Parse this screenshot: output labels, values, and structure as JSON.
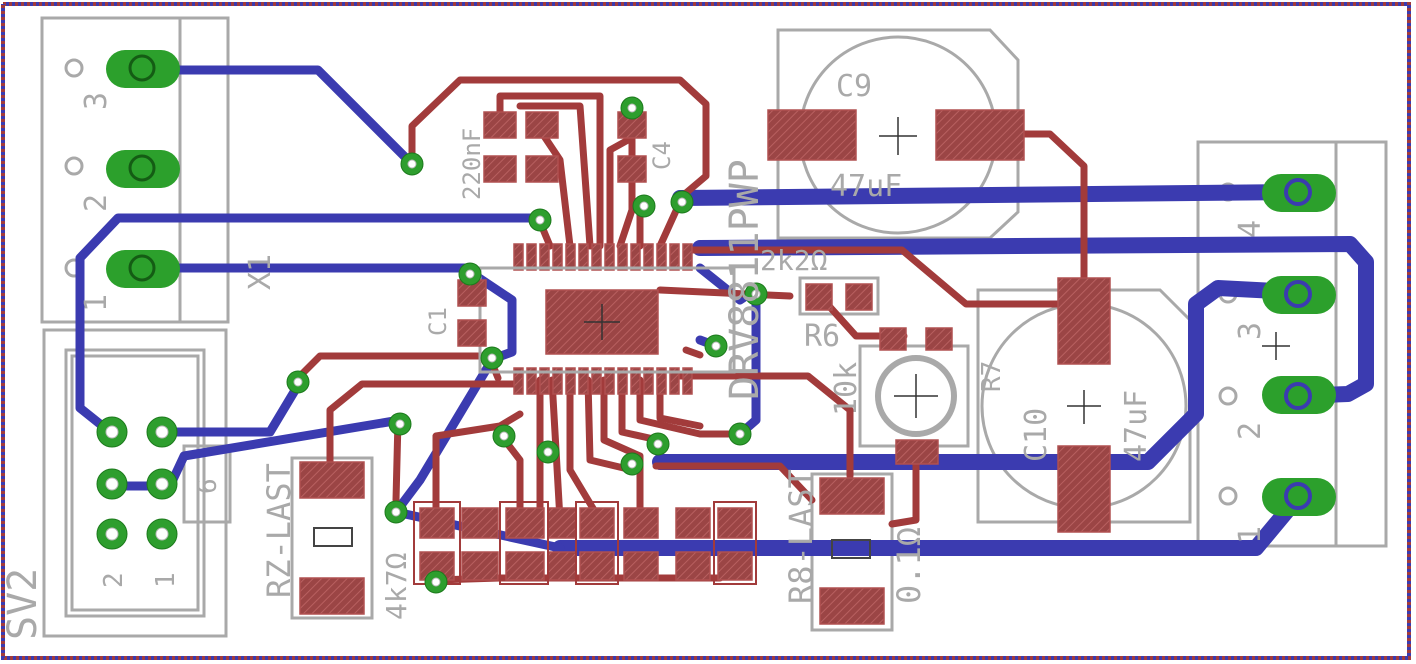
{
  "board": {
    "border_color": "#5a2a6a",
    "copper_top_color": "#a23b3b",
    "copper_bottom_color": "#3b3bb0",
    "via_color": "#2e9e2e",
    "silk_color": "#a9a9a9"
  },
  "labels": {
    "ic_name": "DRV8811PWP",
    "c9_name": "C9",
    "c9_value": "47uF",
    "c10_name": "C10",
    "c10_value": "47uF",
    "r6_value": "2k2Ω",
    "r6_name": "R6",
    "r7_name": "R7",
    "r7_value": "10k",
    "c1_name": "C1",
    "c4_name": "C4",
    "c220_value": "220nF",
    "x1_name": "X1",
    "x1_pin3": "3",
    "x1_pin2": "2",
    "x1_pin1": "1",
    "right_pin4": "4",
    "right_pin3": "3",
    "right_pin2": "2",
    "right_pin1": "1",
    "sv2_name": "SV2",
    "sv2_pin2": "2",
    "sv2_pin1": "1",
    "sv2_pin6": "6",
    "rz_last": "RZ-LAST",
    "r8_last": "R8-LAST",
    "r8_value": "0.1Ω",
    "res_4k": "4k7Ω"
  }
}
